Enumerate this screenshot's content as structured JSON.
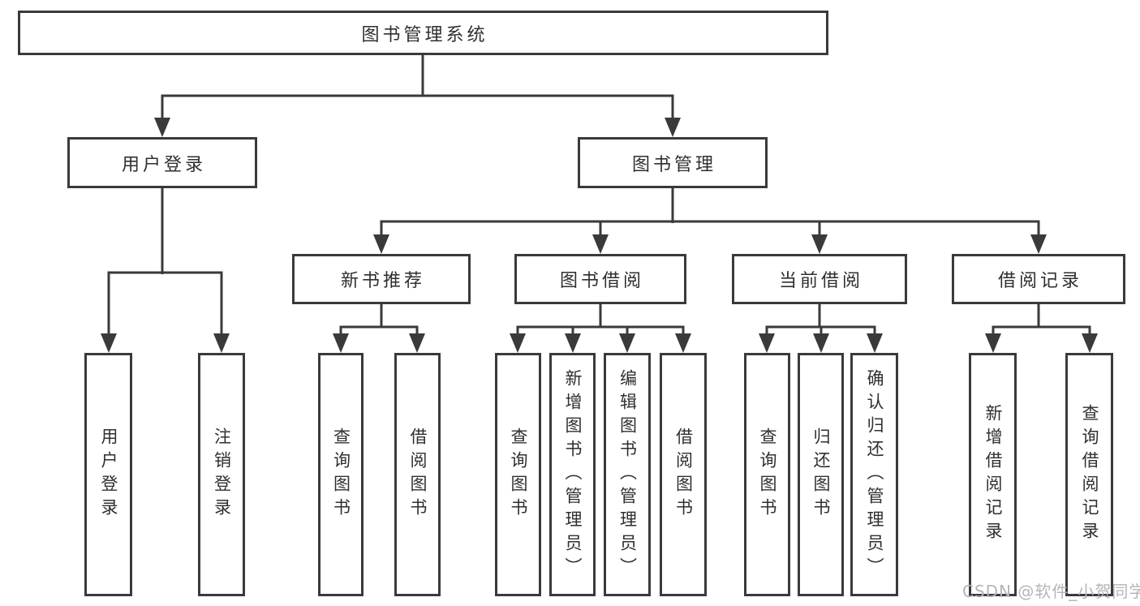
{
  "diagram_type": "tree",
  "colors": {
    "line": "#3a3a3a",
    "border": "#3a3a3a",
    "text": "#2f2f2f",
    "watermark": "#b5b5b5",
    "background": "#ffffff"
  },
  "watermark": "CSDN @软件_小贺同学",
  "nodes": {
    "root": {
      "label": "图书管理系统"
    },
    "user_login": {
      "label": "用户登录"
    },
    "book_mgmt": {
      "label": "图书管理"
    },
    "new_books": {
      "label": "新书推荐"
    },
    "book_borrow": {
      "label": "图书借阅"
    },
    "current": {
      "label": "当前借阅"
    },
    "records": {
      "label": "借阅记录"
    },
    "ul_login": {
      "label": "用户登录"
    },
    "ul_logout": {
      "label": "注销登录"
    },
    "nb_query": {
      "label": "查询图书"
    },
    "nb_borrow": {
      "label": "借阅图书"
    },
    "bb_query": {
      "label": "查询图书"
    },
    "bb_add": {
      "label": "新增图书（管理员）"
    },
    "bb_edit": {
      "label": "编辑图书（管理员）"
    },
    "bb_borrow": {
      "label": "借阅图书"
    },
    "cb_query": {
      "label": "查询图书"
    },
    "cb_return": {
      "label": "归还图书"
    },
    "cb_confirm": {
      "label": "确认归还（管理员）"
    },
    "br_add": {
      "label": "新增借阅记录"
    },
    "br_query": {
      "label": "查询借阅记录"
    }
  },
  "hierarchy": {
    "root": "图书管理系统",
    "children": {
      "用户登录": [
        "用户登录",
        "注销登录"
      ],
      "图书管理": {
        "新书推荐": [
          "查询图书",
          "借阅图书"
        ],
        "图书借阅": [
          "查询图书",
          "新增图书（管理员）",
          "编辑图书（管理员）",
          "借阅图书"
        ],
        "当前借阅": [
          "查询图书",
          "归还图书",
          "确认归还（管理员）"
        ],
        "借阅记录": [
          "新增借阅记录",
          "查询借阅记录"
        ]
      }
    }
  }
}
